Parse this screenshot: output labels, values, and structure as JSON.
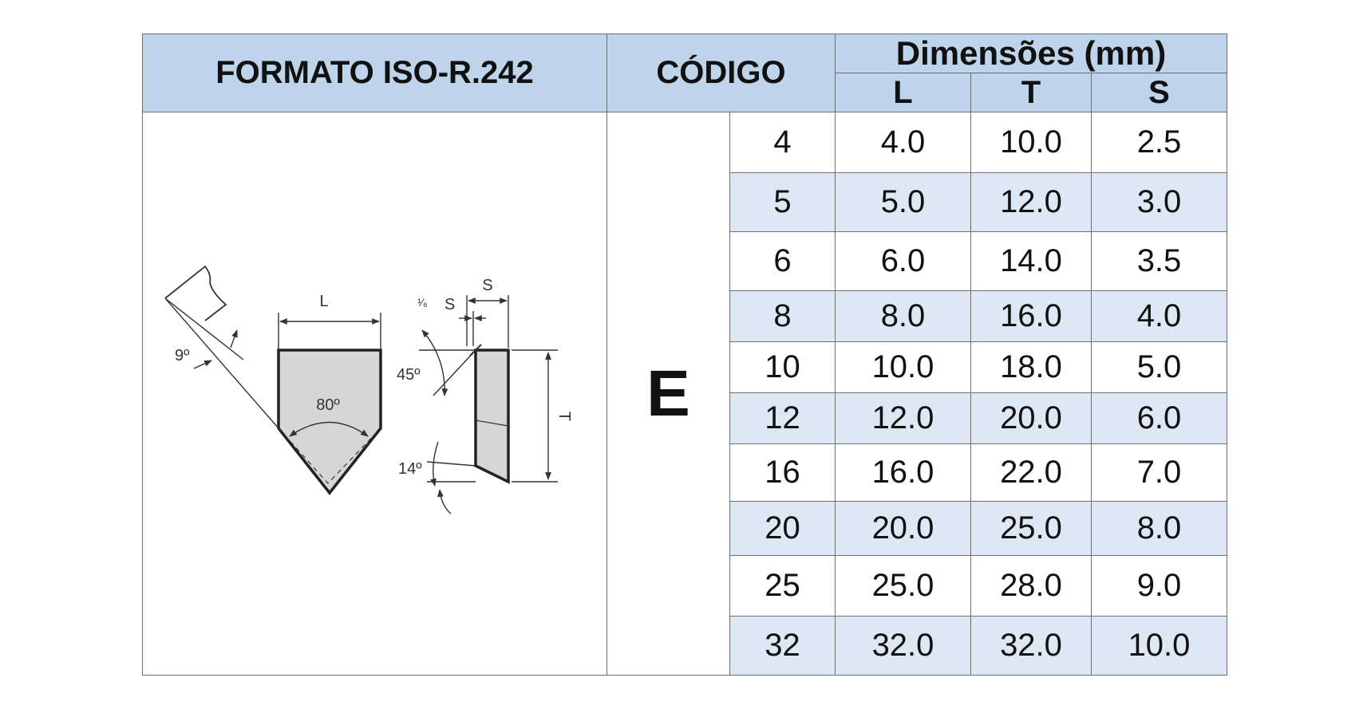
{
  "header": {
    "format_label": "FORMATO ISO-R.242",
    "code_label": "CÓDIGO",
    "dimensions_label": "Dimensões (mm)",
    "col_L": "L",
    "col_T": "T",
    "col_S": "S"
  },
  "code_letter": "E",
  "figure": {
    "label_L": "L",
    "label_S_top": "S",
    "label_S_small": "S",
    "label_frac": "¹⁄₆",
    "label_T": "T",
    "angle_9": "9º",
    "angle_80": "80º",
    "angle_45": "45º",
    "angle_14": "14º"
  },
  "rows": [
    {
      "code": "4",
      "L": "4.0",
      "T": "10.0",
      "S": "2.5"
    },
    {
      "code": "5",
      "L": "5.0",
      "T": "12.0",
      "S": "3.0"
    },
    {
      "code": "6",
      "L": "6.0",
      "T": "14.0",
      "S": "3.5"
    },
    {
      "code": "8",
      "L": "8.0",
      "T": "16.0",
      "S": "4.0"
    },
    {
      "code": "10",
      "L": "10.0",
      "T": "18.0",
      "S": "5.0"
    },
    {
      "code": "12",
      "L": "12.0",
      "T": "20.0",
      "S": "6.0"
    },
    {
      "code": "16",
      "L": "16.0",
      "T": "22.0",
      "S": "7.0"
    },
    {
      "code": "20",
      "L": "20.0",
      "T": "25.0",
      "S": "8.0"
    },
    {
      "code": "25",
      "L": "25.0",
      "T": "28.0",
      "S": "9.0"
    },
    {
      "code": "32",
      "L": "32.0",
      "T": "32.0",
      "S": "10.0"
    }
  ],
  "colors": {
    "header_bg": "#bdd4ea",
    "alt_row_bg": "#dde8f4",
    "border": "#6e6e6e"
  }
}
